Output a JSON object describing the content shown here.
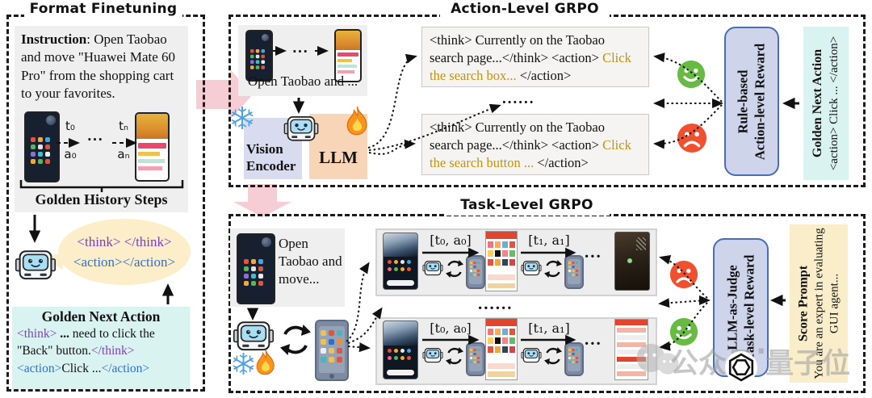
{
  "format_finetuning": {
    "title": "Format Finetuning",
    "instruction": {
      "label": "Instruction",
      "text": ": Open Taobao and move \"Huawei Mate 60 Pro\" from the shopping cart to your favorites."
    },
    "trajectory": {
      "t0": "t₀",
      "a0": "a₀",
      "dots": "...",
      "tn": "tₙ",
      "an": "aₙ"
    },
    "golden_history_label": "Golden History Steps",
    "bubble": {
      "think_line": "<think> </think>",
      "action_line": "<action></action>"
    },
    "golden_next_action": {
      "title": "Golden Next Action",
      "think_open": "<think>",
      "ellipsis": " ... ",
      "think_text": "need to click the \"Back\" button.",
      "think_close": "</think>",
      "action_open": "<action>",
      "action_text": "Click ...",
      "action_close": "</action>"
    }
  },
  "action_grpo": {
    "title": "Action-Level GRPO",
    "input_caption": "Open Taobao and ...",
    "input_dots": "...",
    "vision_encoder_label": "Vision Encoder",
    "llm_label": "LLM",
    "responses": [
      {
        "prefix": "<think> Currently on the Taobao search page...</think> <action>",
        "highlight": "Click the search box... ",
        "suffix": "</action>"
      },
      {
        "prefix": "<think> Currently on the Taobao search page...</think> <action>",
        "highlight": "Click the search button ... ",
        "suffix": "</action>"
      }
    ],
    "group_dots": "......",
    "reward": {
      "line1": "Rule-based",
      "line2": "Action-level Reward"
    },
    "golden_next": {
      "title": "Golden Next Action",
      "text": "<action> Click ... </action>"
    }
  },
  "task_grpo": {
    "title": "Task-Level GRPO",
    "input_caption": "Open Taobao and move...",
    "rollouts": [
      {
        "step1": "[t₀, a₀]",
        "step2": "[t₁, a₁]",
        "tail_dots": "..."
      },
      {
        "step1": "[t₀, a₀]",
        "step2": "[t₁, a₁]",
        "tail_dots": "..."
      }
    ],
    "group_dots": "......",
    "reward": {
      "line1": "LLM-as-Judge",
      "line2": "Task-level Reward"
    },
    "score_prompt": {
      "title": "Score Prompt",
      "text": "You are an expert in evaluating GUI agent..."
    }
  },
  "watermark": {
    "text1": "公众号",
    "separator": "·",
    "text2": "量子位"
  },
  "colors": {
    "pink_arrow": "#f7cdd5",
    "reward_fill": "#ced4ea",
    "reward_border": "#4a6db8",
    "golden_bg": "#d9f3f0",
    "score_bg": "#f9eec9",
    "bubble_bg": "#fdeeca",
    "think_tag": "#7d3fc0",
    "action_tag": "#2f6fd0",
    "action_highlight": "#c5930a",
    "positive_green": "#67bb43",
    "negative_red": "#f1502f",
    "frozen_blue": "#4da2e8",
    "panel_gray": "#efefef"
  }
}
